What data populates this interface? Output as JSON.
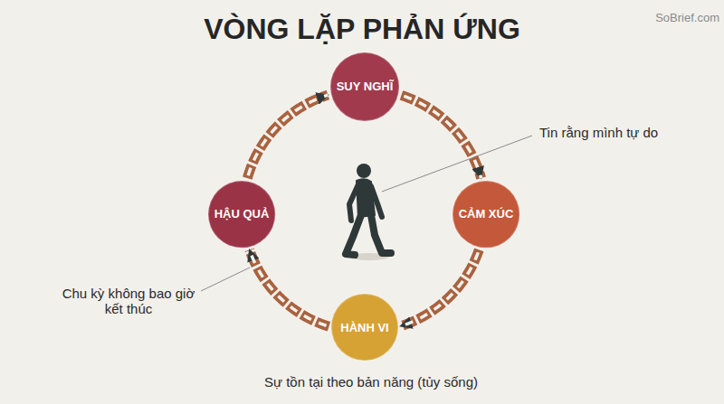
{
  "diagram": {
    "title": "VÒNG LẶP PHẢN ỨNG",
    "nodes": [
      {
        "text": [
          "SUY NGHĨ"
        ]
      },
      {
        "text": [
          "CẢM XÚC"
        ]
      },
      {
        "text": [
          "HÀNH VI"
        ]
      },
      {
        "text": [
          "HẬU QUẢ"
        ]
      }
    ],
    "edges": [
      {
        "from": 0,
        "to": 1,
        "arrow": "to"
      },
      {
        "from": 1,
        "to": 2,
        "arrow": "to"
      },
      {
        "from": 2,
        "to": 3,
        "arrow": "to"
      },
      {
        "from": 3,
        "to": 0,
        "arrow": "to"
      }
    ],
    "labels": [
      "SoBrief.com",
      "Tin rằng mình tự do",
      "Chu kỳ không bao giờ kết thúc",
      "Sự tồn tại theo bản năng (tủy sống)"
    ]
  }
}
